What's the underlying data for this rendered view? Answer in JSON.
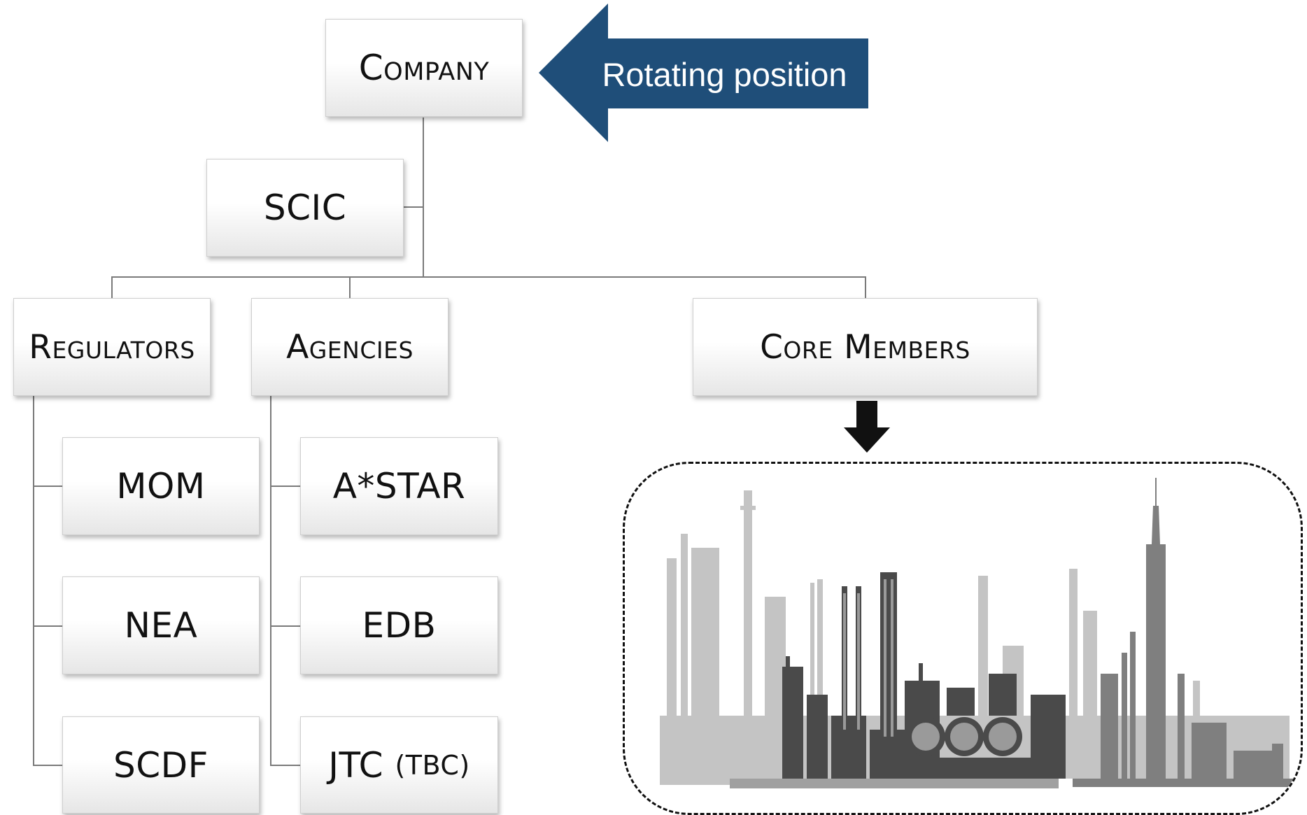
{
  "org_chart": {
    "company": "Company",
    "rotating_label": "Rotating position",
    "scic": "SCIC",
    "regulators": {
      "title": "Regulators",
      "members": [
        "MOM",
        "NEA",
        "SCDF"
      ]
    },
    "agencies": {
      "title": "Agencies",
      "members": [
        "A*STAR",
        "EDB"
      ],
      "last_member_main": "JTC",
      "last_member_note": "(TBC)"
    },
    "core_members": "Core Members"
  },
  "colors": {
    "arrow_fill": "#1f4e79",
    "connector": "#7a7a7a",
    "skyline_back": "#bdbdbd",
    "skyline_mid": "#7f7f7f",
    "skyline_front": "#4a4a4a"
  },
  "icons": {
    "rotating_arrow": "left-arrow-icon",
    "down_arrow": "down-arrow-icon",
    "industry": "industrial-plant-illustration"
  }
}
